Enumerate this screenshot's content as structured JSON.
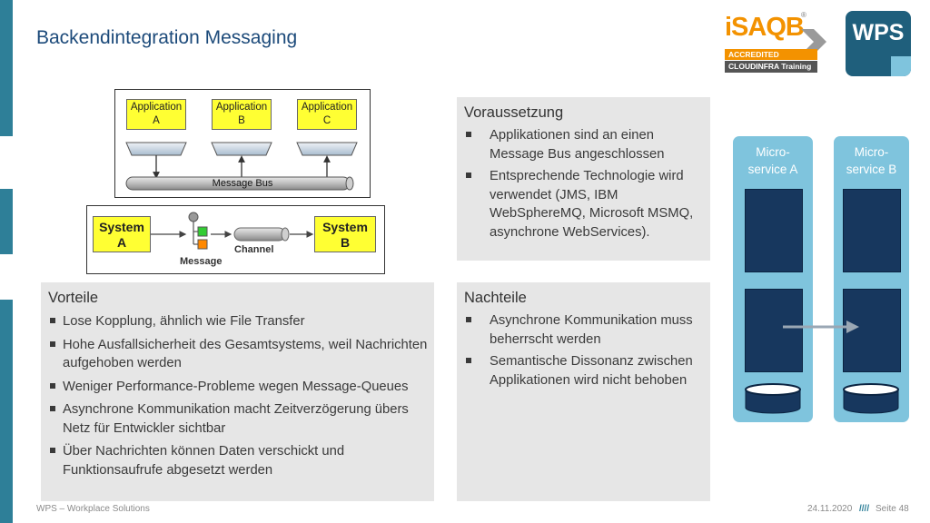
{
  "page": {
    "title": "Backendintegration Messaging",
    "footer_left": "WPS – Workplace Solutions",
    "footer_date": "24.11.2020",
    "footer_sep": "////",
    "footer_page": "Seite 48"
  },
  "logos": {
    "isaqb": {
      "main": "iSAQB",
      "accredited": "ACCREDITED",
      "training": "CLOUDINFRA Training",
      "registered": "®"
    },
    "wps": {
      "text": "WPS"
    }
  },
  "diagram_bus": {
    "apps": [
      {
        "line1": "Application",
        "line2": "A"
      },
      {
        "line1": "Application",
        "line2": "B"
      },
      {
        "line1": "Application",
        "line2": "C"
      }
    ],
    "bus_label": "Message Bus"
  },
  "diagram_channel": {
    "system_a": {
      "line1": "System",
      "line2": "A"
    },
    "system_b": {
      "line1": "System",
      "line2": "B"
    },
    "channel_label": "Channel",
    "message_label": "Message"
  },
  "voraussetzung": {
    "heading": "Voraussetzung",
    "items": [
      "Applikationen sind an einen Message Bus angeschlossen",
      "Entsprechende Technologie wird verwendet (JMS, IBM WebSphereMQ, Microsoft MSMQ, asynchrone WebServices)."
    ]
  },
  "vorteile": {
    "heading": "Vorteile",
    "items": [
      "Lose Kopplung, ähnlich wie File Transfer",
      "Hohe Ausfallsicherheit des Gesamtsystems, weil Nachrichten aufgehoben werden",
      "Weniger Performance-Probleme wegen Message-Queues",
      "Asynchrone Kommunikation macht Zeitverzögerung übers Netz für Entwickler sichtbar",
      "Über Nachrichten können Daten verschickt und Funktionsaufrufe abgesetzt werden"
    ]
  },
  "nachteile": {
    "heading": "Nachteile",
    "items": [
      "Asynchrone Kommunikation muss beherrscht werden",
      "Semantische Dissonanz zwischen Applikationen wird nicht behoben"
    ]
  },
  "microservices": [
    {
      "line1": "Micro-",
      "line2": "service A"
    },
    {
      "line1": "Micro-",
      "line2": "service B"
    }
  ],
  "colors": {
    "title": "#1c4a7a",
    "accent_teal": "#2e7f98",
    "panel_gray": "#e6e6e6",
    "microservice_bg": "#7fc4dd",
    "microservice_block": "#17375e",
    "app_yellow": "#ffff33",
    "isaqb_orange": "#f39200",
    "wps_bg": "#1f5f7c"
  }
}
